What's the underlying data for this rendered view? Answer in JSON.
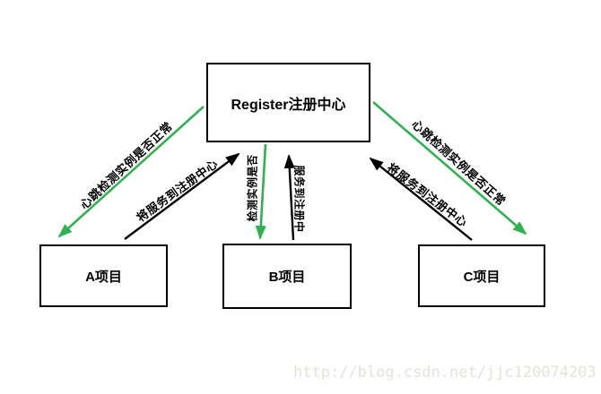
{
  "diagram": {
    "register_box": {
      "label": "Register注册中心"
    },
    "project_boxes": [
      {
        "id": "a",
        "label": "A项目"
      },
      {
        "id": "b",
        "label": "B项目"
      },
      {
        "id": "c",
        "label": "C项目"
      }
    ],
    "edges": [
      {
        "from": "Register注册中心",
        "to": "A项目",
        "label": "心跳检测实例是否正常",
        "color": "#2eb24e",
        "direction": "down-left"
      },
      {
        "from": "A项目",
        "to": "Register注册中心",
        "label": "将服务到注册中心",
        "color": "#000000",
        "direction": "up-right"
      },
      {
        "from": "Register注册中心",
        "to": "B项目",
        "label": "检测实例是否",
        "color": "#2eb24e",
        "direction": "down"
      },
      {
        "from": "B项目",
        "to": "Register注册中心",
        "label": "服务到注册中",
        "color": "#000000",
        "direction": "up"
      },
      {
        "from": "Register注册中心",
        "to": "C项目",
        "label": "心跳检测实例是否正常",
        "color": "#2eb24e",
        "direction": "down-right"
      },
      {
        "from": "C项目",
        "to": "Register注册中心",
        "label": "将服务到注册中心",
        "color": "#000000",
        "direction": "up-left"
      }
    ],
    "colors": {
      "heartbeat_arrow": "#2eb24e",
      "register_arrow": "#000000",
      "box_border": "#000000",
      "background": "#ffffff"
    }
  },
  "watermark": {
    "text": "http://blog.csdn.net/jjc120074203",
    "color": "#e3e3da"
  }
}
